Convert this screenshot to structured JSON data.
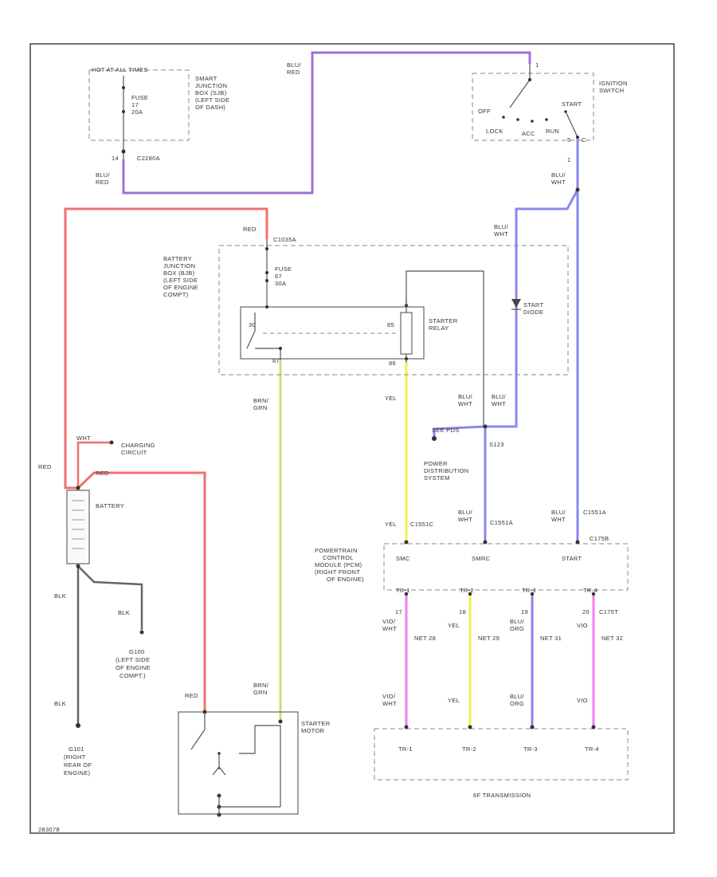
{
  "colors": {
    "red": "#f07070",
    "blu_red": "#a070d8",
    "blu_wht": "#8888f0",
    "yel": "#f0f050",
    "brn_grn": "#c8e07a",
    "vio_wht": "#f080f0",
    "blu_org": "#9080e8",
    "blk": "#666666",
    "outline": "#555555"
  },
  "fuse_hotat": {
    "header": "HOT AT ALL TIMES",
    "fuse_label": "FUSE",
    "fuse_no": "17",
    "fuse_amp": "20A",
    "desc": [
      "SMART",
      "JUNCTION",
      "BOX (SJB)",
      "(LEFT SIDE",
      "OF DASH)"
    ],
    "pin": "14",
    "conn": "C2280A",
    "wire": [
      "BLU/",
      "RED"
    ]
  },
  "top_wire_label": [
    "BLU/",
    "RED"
  ],
  "ignition": {
    "desc": [
      "IGNITION",
      "SWITCH"
    ],
    "off": "OFF",
    "start": "START",
    "lock": "LOCK",
    "acc": "ACC",
    "run": "RUN",
    "pin_top": "1",
    "pin_bot": "5",
    "pin_c": "C",
    "wire_out": [
      "BLU/",
      "WHT"
    ]
  },
  "bjb": {
    "red_label": "RED",
    "conn": "C1035A",
    "desc": [
      "BATTERY",
      "JUNCTION",
      "BOX (BJB)",
      "(LEFT SIDE",
      "OF ENGINE",
      "COMPT)"
    ],
    "fuse_label": "FUSE",
    "fuse_no": "67",
    "fuse_amp": "30A",
    "relay": [
      "STARTER",
      "RELAY"
    ],
    "pin_30": "30",
    "pin_87": "87",
    "pin_85": "85",
    "pin_86": "86",
    "diode": [
      "START",
      "DIODE"
    ],
    "wire_top": [
      "BLU/",
      "WHT"
    ]
  },
  "wires": {
    "brn_grn": [
      "BRN/",
      "GRN"
    ],
    "yel": "YEL",
    "blu_wht_a": [
      "BLU/",
      "WHT"
    ],
    "blu_wht_b": [
      "BLU/",
      "WHT"
    ]
  },
  "splice": {
    "conn": "S123",
    "pds": [
      "POWER",
      "DISTRIBUTION",
      "SYSTEM"
    ],
    "pds_tag": "SEE PDS"
  },
  "battery": {
    "wht_tag": "WHT",
    "charging": [
      "CHARGING",
      "CIRCUIT"
    ],
    "red1": "RED",
    "red2": "RED",
    "label": "BATTERY",
    "blk1": "BLK",
    "blk2": "BLK",
    "blk3": "BLK",
    "g100": [
      "G100",
      "(LEFT SIDE",
      "OF ENGINE",
      "COMPT.)"
    ],
    "g101": [
      "G101",
      "(RIGHT",
      "REAR OF",
      "ENGINE)"
    ]
  },
  "starter": {
    "red": "RED",
    "brn_grn": [
      "BRN/",
      "GRN"
    ],
    "desc": [
      "STARTER",
      "MOTOR"
    ]
  },
  "pcm": {
    "yel": "YEL",
    "c_yel": "C1551C",
    "blu_a": [
      "BLU/",
      "WHT"
    ],
    "c_a": "C1551A",
    "blu_b": [
      "BLU/",
      "WHT"
    ],
    "c_b": "C1551A",
    "c_top": "C175B",
    "desc": [
      "POWERTRAIN",
      "CONTROL",
      "MODULE (PCM)",
      "(RIGHT FRONT",
      "OF ENGINE)"
    ],
    "smc": "SMC",
    "smrc": "SMRC",
    "start": "START",
    "tr": [
      "TR-1",
      "TR-2",
      "TR-3",
      "TR-4"
    ],
    "pins": [
      "17",
      "18",
      "19",
      "20"
    ],
    "c_bottom": "C175T",
    "wires_top": [
      [
        "VIO/",
        "WHT"
      ],
      "YEL",
      [
        "BLU/",
        "ORG"
      ],
      "VIO"
    ],
    "circ": [
      "NET 28",
      "NET 29",
      "NET 31",
      "NET 32"
    ],
    "wires_bot": [
      [
        "VIO/",
        "WHT"
      ],
      "YEL",
      [
        "BLU/",
        "ORG"
      ],
      "VIO"
    ]
  },
  "trans": {
    "tr": [
      "TR-1",
      "TR-2",
      "TR-3",
      "TR-4"
    ],
    "desc": "6F TRANSMISSION"
  },
  "figure_id": "283078"
}
